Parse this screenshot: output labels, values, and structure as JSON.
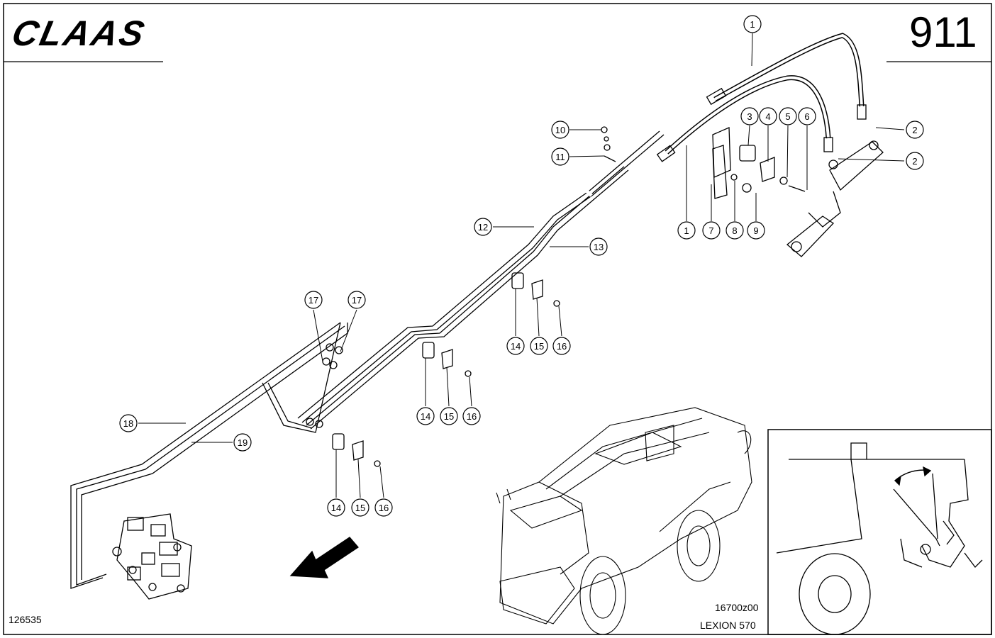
{
  "header": {
    "brand": "CLAAS",
    "page_number": "911"
  },
  "footer": {
    "document_number": "126535",
    "figure_code": "16700z00",
    "model": "LEXION 570"
  },
  "callouts": [
    {
      "id": "c1a",
      "label": "1"
    },
    {
      "id": "c2a",
      "label": "2"
    },
    {
      "id": "c2b",
      "label": "2"
    },
    {
      "id": "c3",
      "label": "3"
    },
    {
      "id": "c4",
      "label": "4"
    },
    {
      "id": "c5",
      "label": "5"
    },
    {
      "id": "c6",
      "label": "6"
    },
    {
      "id": "c1b",
      "label": "1"
    },
    {
      "id": "c7",
      "label": "7"
    },
    {
      "id": "c8",
      "label": "8"
    },
    {
      "id": "c9",
      "label": "9"
    },
    {
      "id": "c10",
      "label": "10"
    },
    {
      "id": "c11",
      "label": "11"
    },
    {
      "id": "c12",
      "label": "12"
    },
    {
      "id": "c13",
      "label": "13"
    },
    {
      "id": "c17a",
      "label": "17"
    },
    {
      "id": "c17b",
      "label": "17"
    },
    {
      "id": "c14a",
      "label": "14"
    },
    {
      "id": "c15a",
      "label": "15"
    },
    {
      "id": "c16a",
      "label": "16"
    },
    {
      "id": "c14b",
      "label": "14"
    },
    {
      "id": "c15b",
      "label": "15"
    },
    {
      "id": "c16b",
      "label": "16"
    },
    {
      "id": "c14c",
      "label": "14"
    },
    {
      "id": "c15c",
      "label": "15"
    },
    {
      "id": "c16c",
      "label": "16"
    },
    {
      "id": "c18",
      "label": "18"
    },
    {
      "id": "c19",
      "label": "19"
    }
  ],
  "colors": {
    "ink": "#000000",
    "paper": "#ffffff"
  }
}
